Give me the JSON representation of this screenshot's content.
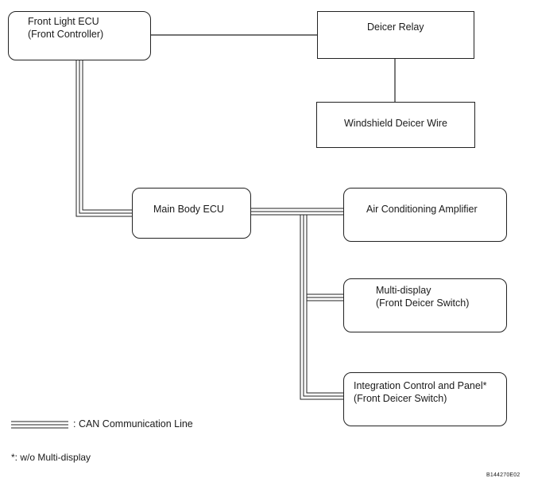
{
  "boxes": {
    "front_light_ecu": {
      "line1": "Front Light ECU",
      "line2": "(Front Controller)"
    },
    "deicer_relay": {
      "line1": "Deicer Relay"
    },
    "windshield_deicer_wire": {
      "line1": "Windshield Deicer Wire"
    },
    "main_body_ecu": {
      "line1": "Main Body ECU"
    },
    "air_conditioning_amplifier": {
      "line1": "Air Conditioning Amplifier"
    },
    "multi_display": {
      "line1": "Multi-display",
      "line2": "(Front Deicer Switch)"
    },
    "integration_control_panel": {
      "line1": "Integration Control and Panel*",
      "line2": "(Front Deicer Switch)"
    }
  },
  "legend": {
    "can_line_label": ": CAN Communication Line"
  },
  "footnote": "*: w/o Multi-display",
  "figure_code": "B144270E02"
}
